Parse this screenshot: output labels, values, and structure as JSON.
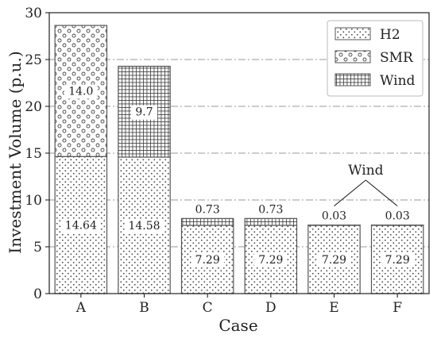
{
  "chart_data": {
    "type": "bar",
    "stacked": true,
    "categories": [
      "A",
      "B",
      "C",
      "D",
      "E",
      "F"
    ],
    "series": [
      {
        "name": "H2",
        "values": [
          14.64,
          14.58,
          7.29,
          7.29,
          7.29,
          7.29
        ],
        "pattern": "dots"
      },
      {
        "name": "SMR",
        "values": [
          14.0,
          0,
          0,
          0,
          0,
          0
        ],
        "pattern": "circles"
      },
      {
        "name": "Wind",
        "values": [
          0,
          9.7,
          0.73,
          0.73,
          0.03,
          0.03
        ],
        "pattern": "grid"
      }
    ],
    "segment_labels": [
      {
        "category": "A",
        "series": "H2",
        "text": "14.64"
      },
      {
        "category": "A",
        "series": "SMR",
        "text": "14.0"
      },
      {
        "category": "B",
        "series": "H2",
        "text": "14.58"
      },
      {
        "category": "B",
        "series": "Wind",
        "text": "9.7"
      },
      {
        "category": "C",
        "series": "H2",
        "text": "7.29"
      },
      {
        "category": "C",
        "series": "Wind",
        "text": "0.73"
      },
      {
        "category": "D",
        "series": "H2",
        "text": "7.29"
      },
      {
        "category": "D",
        "series": "Wind",
        "text": "0.73"
      },
      {
        "category": "E",
        "series": "H2",
        "text": "7.29"
      },
      {
        "category": "E",
        "series": "Wind",
        "text": "0.03"
      },
      {
        "category": "F",
        "series": "H2",
        "text": "7.29"
      },
      {
        "category": "F",
        "series": "Wind",
        "text": "0.03"
      }
    ],
    "annotation": {
      "text": "Wind",
      "targets": [
        "E",
        "F"
      ]
    },
    "xlabel": "Case",
    "ylabel": "Investment Volume (p.u.)",
    "ylim": [
      0,
      30
    ],
    "yticks": [
      0,
      5,
      10,
      15,
      20,
      25,
      30
    ],
    "grid": "horizontal dash-dot",
    "legend_position": "top-right",
    "colors": {
      "bar_edge": "#555555",
      "pattern": "#444444",
      "grid": "#999999",
      "axis": "#222222"
    }
  }
}
